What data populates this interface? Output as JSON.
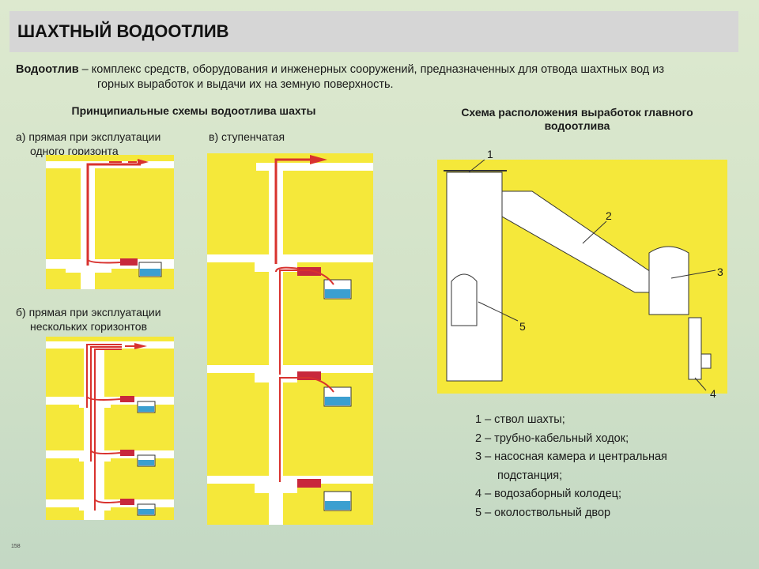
{
  "title": "ШАХТНЫЙ ВОДООТЛИВ",
  "definition": {
    "term": "Водоотлив",
    "line1_rest": " – комплекс средств, оборудования и инженерных сооружений, предназначенных для отвода шахтных вод из",
    "line2": "горных выработок и выдачи их на земную поверхность."
  },
  "left_heading": "Принципиальные схемы водоотлива шахты",
  "schemes": {
    "a_line1": "а) прямая при эксплуатации",
    "a_line2": "одного горизонта",
    "v": "в) ступенчатая",
    "b_line1": "б) прямая при эксплуатации",
    "b_line2": "нескольких горизонтов"
  },
  "right_heading_line1": "Схема расположения выработок главного",
  "right_heading_line2": "водоотлива",
  "callouts": [
    "1",
    "2",
    "3",
    "4",
    "5"
  ],
  "legend": {
    "item1": "1 – ствол шахты;",
    "item2": "2 – трубно-кабельный ходок;",
    "item3_line1": "3 – насосная камера и центральная",
    "item3_line2": "подстанция;",
    "item4": "4 – водозаборный колодец;",
    "item5": "5 – околоствольный двор"
  },
  "page_number": "158",
  "colors": {
    "rock": "#f5e83a",
    "workings": "#ffffff",
    "pipe": "#d8322e",
    "water": "#3b9fd0",
    "pump": "#c8283c",
    "heading_bar": "#d6d6d6"
  }
}
